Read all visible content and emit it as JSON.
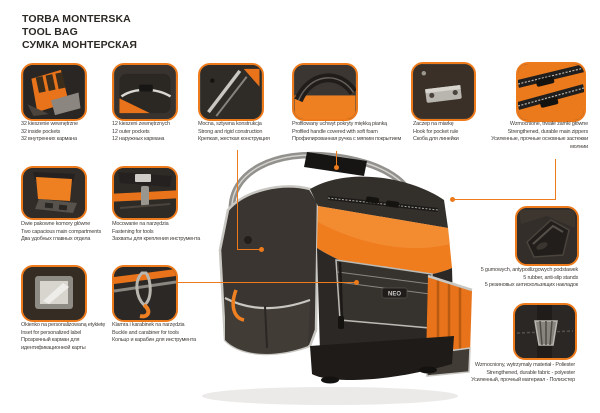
{
  "brand": "NEO",
  "title": {
    "pl": "TORBA MONTERSKA",
    "en": "TOOL BAG",
    "ru": "СУМКА МОНТЕРСКАЯ"
  },
  "colors": {
    "accent_orange": "#ed7a1b",
    "caption_text": "#45413c",
    "title_text": "#2c2925",
    "background": "#ffffff"
  },
  "features": {
    "inside_pockets": {
      "pl": "32 kieszenie wewnętrzne",
      "en": "32 inside pockets",
      "ru": "32 внутренних кармана"
    },
    "outer_pockets": {
      "pl": "12 kieszeni zewnętrznych",
      "en": "12 outer pockets",
      "ru": "12 наружных кармана"
    },
    "rigid_construction": {
      "pl": "Mocna, sztywna konstrukcja",
      "en": "Strong and rigid construction",
      "ru": "Крепкая, жесткая конструкция"
    },
    "profiled_handle": {
      "pl": "Profilowany uchwyt pokryty miękką pianką",
      "en": "Profiled handle covered with soft foam",
      "ru": "Профилированная ручка с мягким покрытием"
    },
    "rule_hook": {
      "pl": "Zaczep na miarkę",
      "en": "Hook for pocket rule",
      "ru": "Скоба для линейки"
    },
    "main_zippers": {
      "pl": "Wzmocnione, trwałe zamki główne",
      "en": "Strengthened, durable main zippers",
      "ru": "Усиленные, прочные основные застежки молнии"
    },
    "main_compartments": {
      "pl": "Dwie pakowne komory główne",
      "en": "Two capacious main compartments",
      "ru": "Два удобных главных отдела"
    },
    "tool_fastening": {
      "pl": "Mocowanie na narzędzia",
      "en": "Fastening for tools",
      "ru": "Захваты для крепления инструмента"
    },
    "label_window": {
      "pl": "Okienko na personalizowaną etykietę",
      "en": "Inset for personalized label",
      "ru": "Прозрачный карман для идентификационной карты"
    },
    "buckle_carabiner": {
      "pl": "Klamra i karabinek na narzędzia",
      "en": "Buckle and carabiner for tools",
      "ru": "Кольцо и карабин для инструмента"
    },
    "rubber_stands": {
      "pl": "5 gumowych, antypoślizgowych podstawek",
      "en": "5 rubber, anti-slip stands",
      "ru": "5 резиновых антискользящих накладок"
    },
    "durable_fabric": {
      "pl": "Wzmocniony, wytrzymały materiał - Poliester",
      "en": "Strengthened, durable fabric - polyester",
      "ru": "Усиленный, прочный материал - Полиэстер"
    }
  }
}
